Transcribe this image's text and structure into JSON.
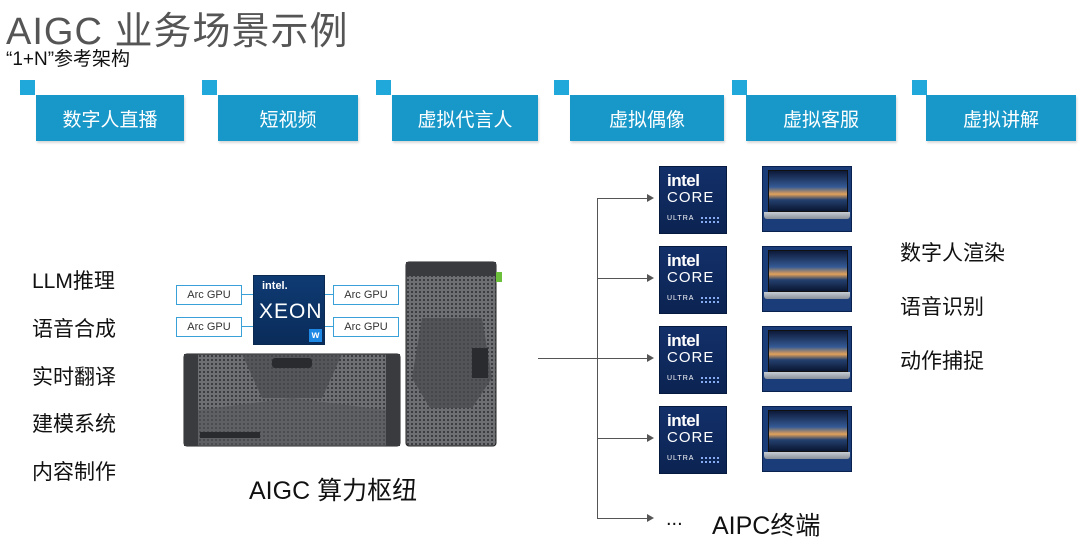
{
  "title": "AIGC 业务场景示例",
  "subtitle": "“1+N”参考架构",
  "scenarios": [
    "数字人直播",
    "短视频",
    "虚拟代言人",
    "虚拟偶像",
    "虚拟客服",
    "虚拟讲解"
  ],
  "hub_tasks": [
    "LLM推理",
    "语音合成",
    "实时翻译",
    "建模系统",
    "内容制作"
  ],
  "gpu_label": "Arc GPU",
  "xeon": {
    "brand": "intel.",
    "name": "XEON",
    "tier": "w"
  },
  "hub_label": "AIGC 算力枢纽",
  "core_badge": {
    "brand": "intel",
    "name": "CORE",
    "tier": "ULTRA"
  },
  "endpoint_tasks": [
    "数字人渲染",
    "语音识别",
    "动作捕捉"
  ],
  "ellipsis": "...",
  "endpoint_label": "AIPC终端",
  "colors": {
    "tab": "#1898c9",
    "tab_corner": "#1fa8d9",
    "connector": "#3aa0d8"
  }
}
